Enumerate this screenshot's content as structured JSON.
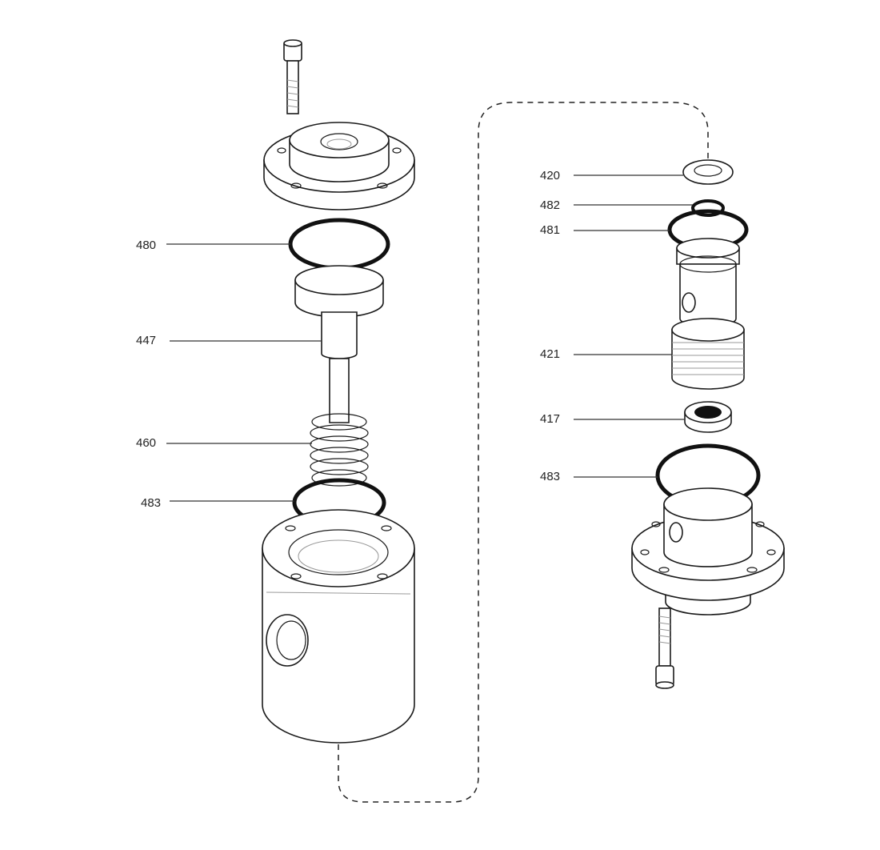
{
  "callouts": {
    "c480": "480",
    "c447": "447",
    "c460": "460",
    "c483_left": "483",
    "c420": "420",
    "c482": "482",
    "c481": "481",
    "c421": "421",
    "c417": "417",
    "c483_right": "483"
  }
}
